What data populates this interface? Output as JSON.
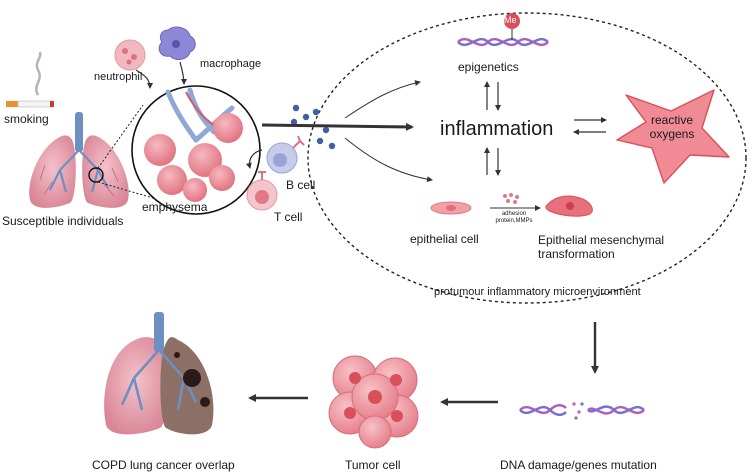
{
  "labels": {
    "smoking": "smoking",
    "neutrophil": "neutrophil",
    "macrophage": "macrophage",
    "susceptible": "Susceptible individuals",
    "emphysema": "emphysema",
    "b_cell": "B cell",
    "t_cell": "T cell",
    "epigenetics": "epigenetics",
    "methyl_tag": "Me",
    "inflammation": "inflammation",
    "reactive_oxygens_line1": "reactive",
    "reactive_oxygens_line2": "oxygens",
    "epithelial_cell": "epithelial cell",
    "adhesion_line1": "adhesion",
    "adhesion_line2": "protein,MMPs",
    "emt_line1": "Epithelial mesenchymal",
    "emt_line2": "transformation",
    "microenvironment": "protumour inflammatory microenvironment",
    "dna_damage": "DNA damage/genes mutation",
    "tumor_cell": "Tumor cell",
    "copd_overlap": "COPD lung cancer overlap"
  },
  "colors": {
    "lung_pink": "#e9a6b3",
    "airway_blue": "#6d8fc2",
    "alveoli_red": "#e07a86",
    "dna_purple": "#b25fb6",
    "methyl_red": "#d9505a",
    "ros_fill": "#f08a94",
    "cytokine_blue": "#3f5ea8",
    "tumor_pink": "#f2a0a8"
  }
}
